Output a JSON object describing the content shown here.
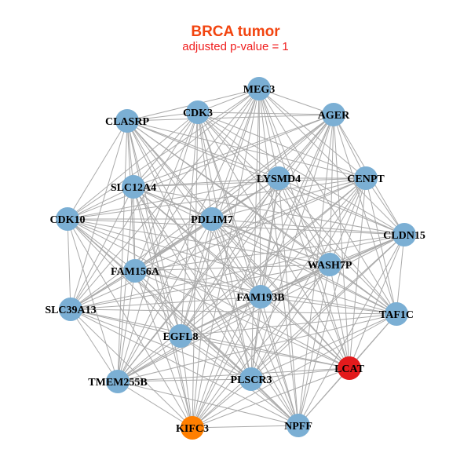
{
  "title": "BRCA tumor",
  "subtitle": "adjusted p-value = 1",
  "colors": {
    "default": "#7BAFD4",
    "highlight_red": "#E31A1C",
    "highlight_orange": "#FF7F00",
    "edge": "#AAAAAA"
  },
  "nodes": [
    {
      "label": "MEG3",
      "color": "default"
    },
    {
      "label": "CDK3",
      "color": "default"
    },
    {
      "label": "AGER",
      "color": "default"
    },
    {
      "label": "CLASRP",
      "color": "default"
    },
    {
      "label": "LYSMD4",
      "color": "default"
    },
    {
      "label": "CENPT",
      "color": "default"
    },
    {
      "label": "SLC12A4",
      "color": "default"
    },
    {
      "label": "PDLIM7",
      "color": "default"
    },
    {
      "label": "CDK10",
      "color": "default"
    },
    {
      "label": "CLDN15",
      "color": "default"
    },
    {
      "label": "WASH7P",
      "color": "default"
    },
    {
      "label": "FAM156A",
      "color": "default"
    },
    {
      "label": "FAM193B",
      "color": "default"
    },
    {
      "label": "SLC39A13",
      "color": "default"
    },
    {
      "label": "TAF1C",
      "color": "default"
    },
    {
      "label": "EGFL8",
      "color": "default"
    },
    {
      "label": "LCAT",
      "color": "highlight_red"
    },
    {
      "label": "TMEM255B",
      "color": "default"
    },
    {
      "label": "PLSCR3",
      "color": "default"
    },
    {
      "label": "KIFC3",
      "color": "highlight_orange"
    },
    {
      "label": "NPFF",
      "color": "default"
    }
  ],
  "edges_all_pairs": true
}
